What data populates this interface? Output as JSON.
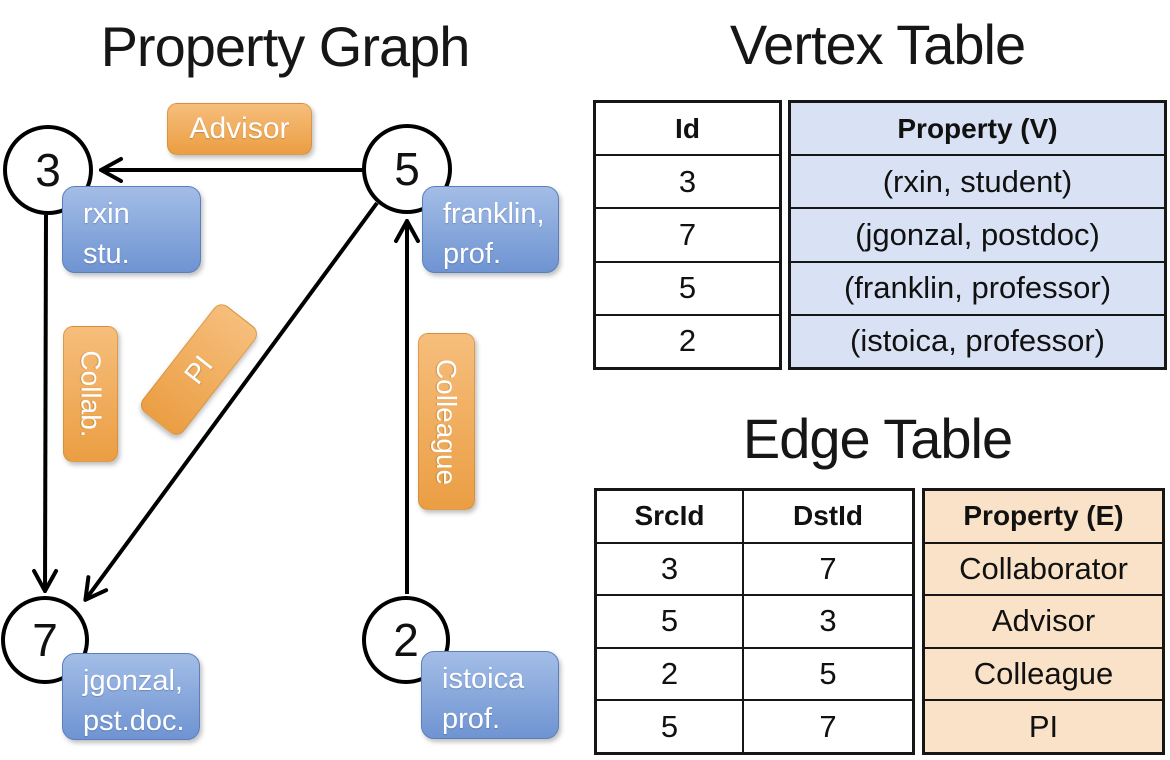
{
  "colors": {
    "edge_label_orange_top": "#f6be7c",
    "edge_label_orange_bottom": "#eb9e43",
    "property_box_blue_top": "#a3bde6",
    "property_box_blue_bottom": "#6f94d2",
    "vertex_table_fill": "#d9e2f4",
    "edge_table_fill": "#f9e2c7",
    "line_color": "#000000"
  },
  "graph": {
    "title": "Property Graph",
    "nodes": [
      {
        "id": "3"
      },
      {
        "id": "5"
      },
      {
        "id": "7"
      },
      {
        "id": "2"
      }
    ],
    "edge_labels": {
      "advisor": "Advisor",
      "collab": "Collab.",
      "pi": "PI",
      "colleague": "Colleague"
    },
    "property_boxes": [
      {
        "line1": "rxin",
        "line2": "stu."
      },
      {
        "line1": "franklin,",
        "line2": "prof."
      },
      {
        "line1": "jgonzal,",
        "line2": "pst.doc."
      },
      {
        "line1": "istoica",
        "line2": "prof."
      }
    ]
  },
  "vertex_table": {
    "title": "Vertex Table",
    "headers": {
      "id": "Id",
      "property": "Property (V)"
    },
    "rows": [
      {
        "id": "3",
        "property": "(rxin, student)"
      },
      {
        "id": "7",
        "property": "(jgonzal, postdoc)"
      },
      {
        "id": "5",
        "property": "(franklin, professor)"
      },
      {
        "id": "2",
        "property": "(istoica, professor)"
      }
    ]
  },
  "edge_table": {
    "title": "Edge Table",
    "headers": {
      "src": "SrcId",
      "dst": "DstId",
      "property": "Property (E)"
    },
    "rows": [
      {
        "src": "3",
        "dst": "7",
        "property": "Collaborator"
      },
      {
        "src": "5",
        "dst": "3",
        "property": "Advisor"
      },
      {
        "src": "2",
        "dst": "5",
        "property": "Colleague"
      },
      {
        "src": "5",
        "dst": "7",
        "property": "PI"
      }
    ]
  }
}
